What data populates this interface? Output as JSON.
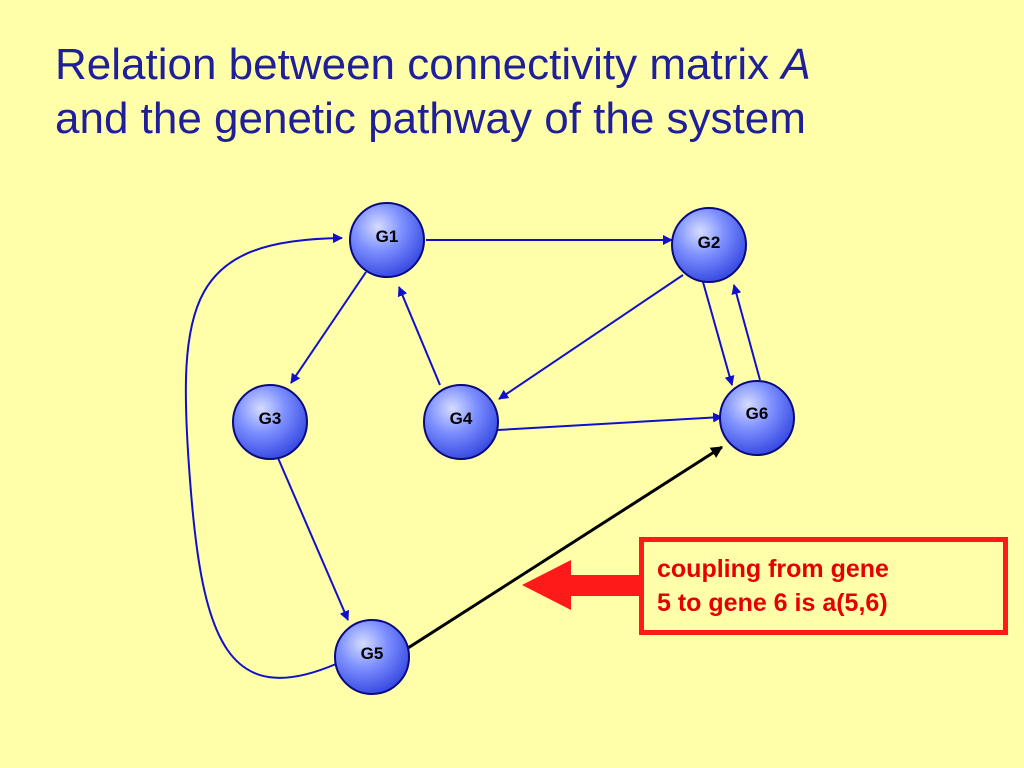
{
  "title": {
    "line1_prefix": "Relation between connectivity matrix ",
    "line1_italic": "A",
    "line2": "and the genetic pathway of the system"
  },
  "nodes": [
    {
      "id": "G1",
      "label": "G1"
    },
    {
      "id": "G2",
      "label": "G2"
    },
    {
      "id": "G3",
      "label": "G3"
    },
    {
      "id": "G4",
      "label": "G4"
    },
    {
      "id": "G5",
      "label": "G5"
    },
    {
      "id": "G6",
      "label": "G6"
    }
  ],
  "edges": [
    {
      "from": "G1",
      "to": "G2"
    },
    {
      "from": "G1",
      "to": "G3"
    },
    {
      "from": "G4",
      "to": "G1"
    },
    {
      "from": "G2",
      "to": "G4"
    },
    {
      "from": "G2",
      "to": "G6"
    },
    {
      "from": "G6",
      "to": "G2"
    },
    {
      "from": "G4",
      "to": "G6"
    },
    {
      "from": "G3",
      "to": "G5"
    },
    {
      "from": "G5",
      "to": "G1"
    },
    {
      "from": "G5",
      "to": "G6",
      "highlighted": true
    }
  ],
  "callout": {
    "line1": "coupling from gene",
    "line2": "5 to gene 6 is a(5,6)"
  },
  "colors": {
    "background": "#FFFFAA",
    "title": "#1F1F99",
    "edge": "#1010CC",
    "highlight_edge": "#000000",
    "node_fill": "#6B7FFF",
    "callout_red": "#FF1A1A"
  }
}
